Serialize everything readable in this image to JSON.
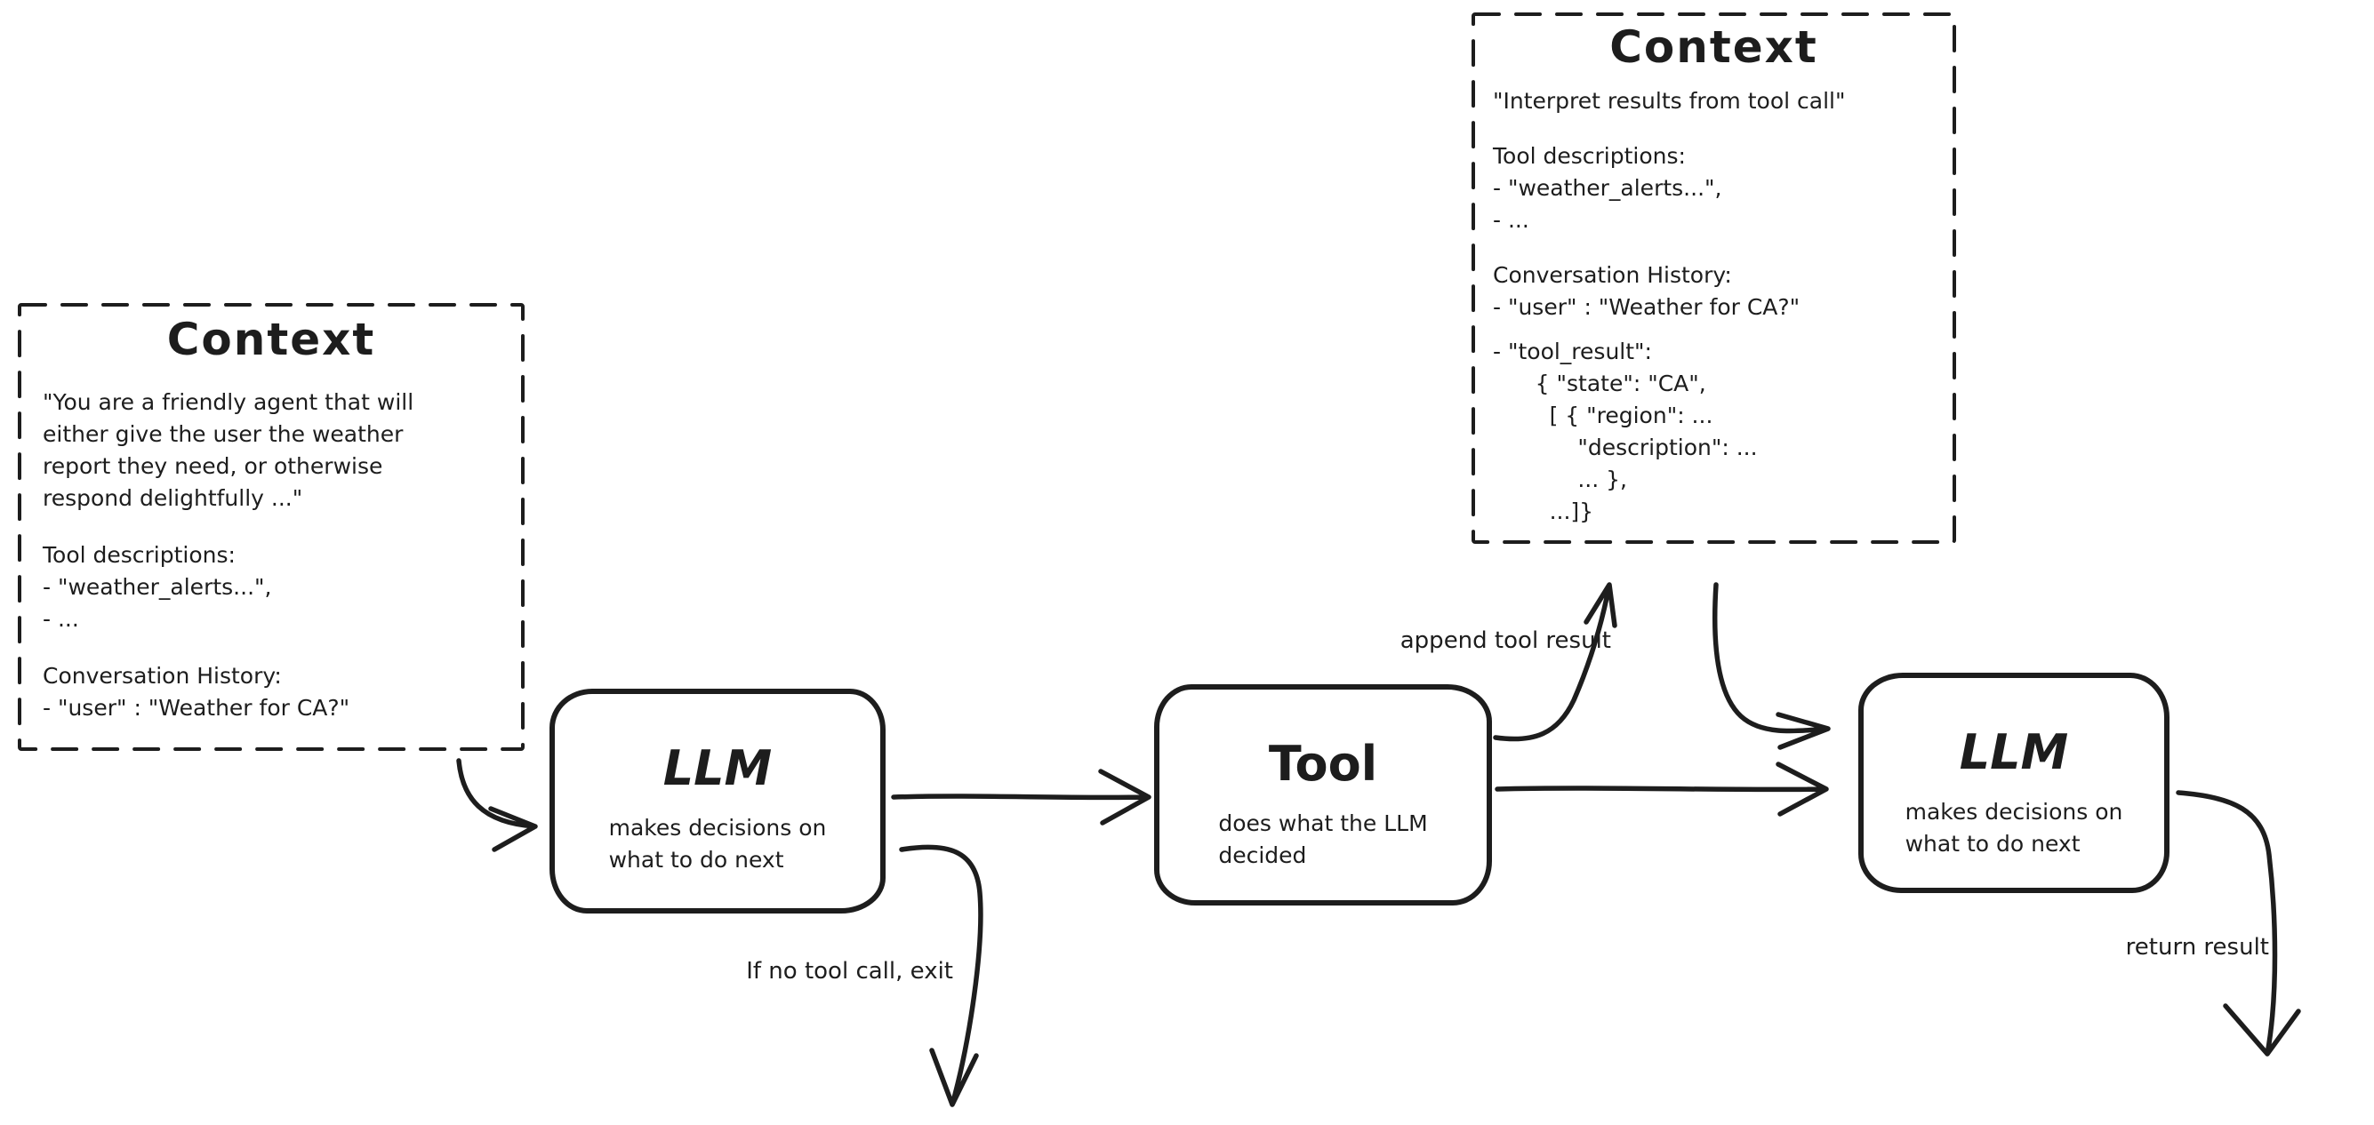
{
  "diagram": {
    "ink_color": "#1d1d1d",
    "background_color": "#ffffff"
  },
  "context_left": {
    "title": "Context",
    "system_prompt": "\"You are a friendly agent that will\neither give the user the weather\nreport they need, or otherwise\nrespond delightfully ...\"",
    "tool_descriptions": "Tool descriptions:\n- \"weather_alerts...\",\n- ...",
    "conversation_history": "Conversation History:\n- \"user\" : \"Weather for CA?\""
  },
  "context_top": {
    "title": "Context",
    "instruction": "\"Interpret results from tool call\"",
    "tool_descriptions": "Tool descriptions:\n- \"weather_alerts...\",\n- ...",
    "conversation_history": "Conversation History:\n- \"user\" : \"Weather for CA?\"",
    "tool_result": "- \"tool_result\":\n      { \"state\": \"CA\",\n        [ { \"region\": ...\n            \"description\": ...\n            ... },\n        ...]}"
  },
  "nodes": {
    "llm1": {
      "title": "LLM",
      "subtitle": "makes decisions on\nwhat to do next"
    },
    "tool": {
      "title": "Tool",
      "subtitle": "does what the LLM\ndecided"
    },
    "llm2": {
      "title": "LLM",
      "subtitle": "makes decisions on\nwhat to do next"
    }
  },
  "labels": {
    "append_tool_result": "append tool result",
    "if_no_tool_exit": "If no tool call, exit",
    "return_result": "return result"
  }
}
